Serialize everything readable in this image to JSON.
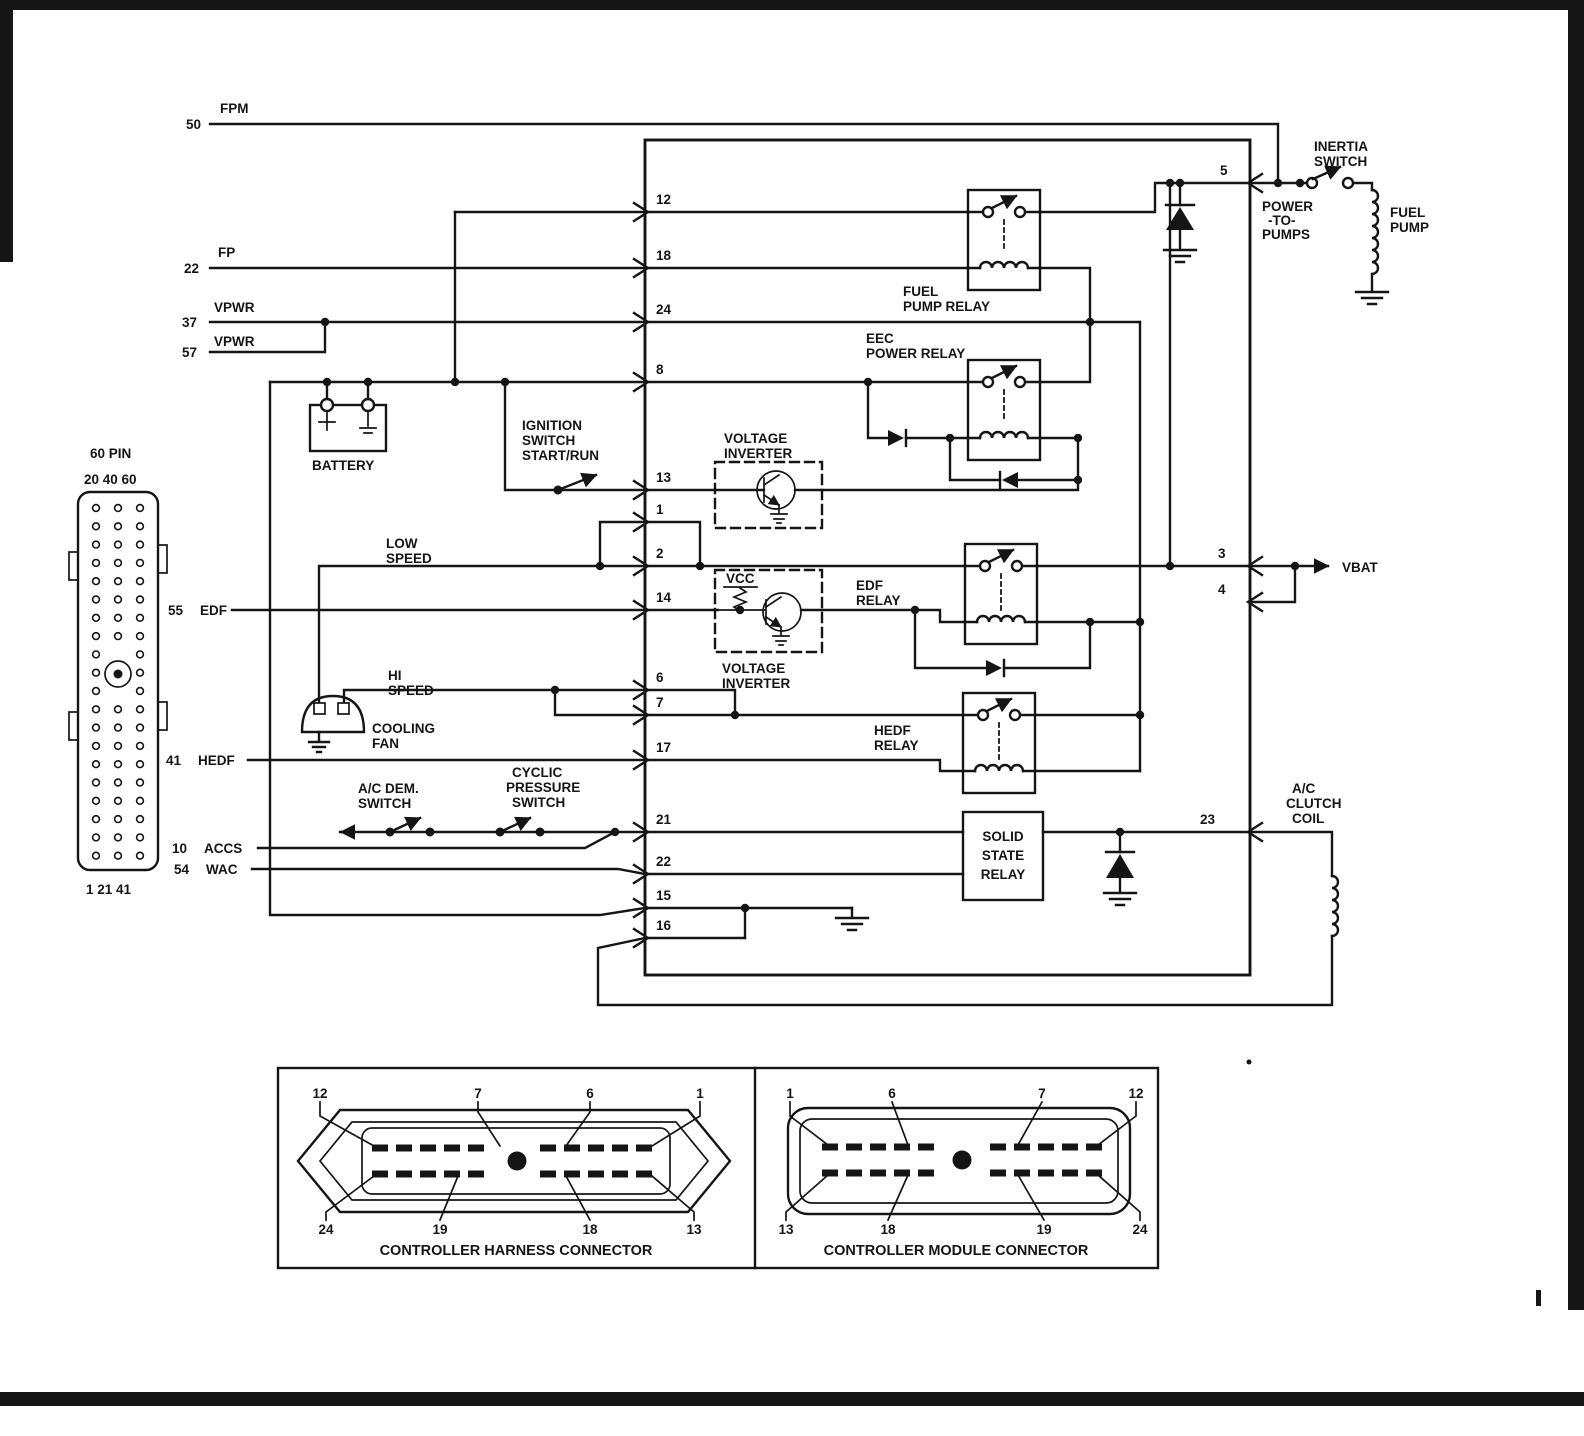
{
  "page": {
    "bg": "#ffffff",
    "ink": "#151515"
  },
  "left_pins": [
    {
      "num": "50",
      "name": "FPM"
    },
    {
      "num": "22",
      "name": "FP"
    },
    {
      "num": "37",
      "name": "VPWR"
    },
    {
      "num": "57",
      "name": "VPWR"
    },
    {
      "num": "55",
      "name": "EDF"
    },
    {
      "num": "41",
      "name": "HEDF"
    },
    {
      "num": "10",
      "name": "ACCS"
    },
    {
      "num": "54",
      "name": "WAC"
    }
  ],
  "ecu_pins_left": [
    "12",
    "18",
    "24",
    "8",
    "13",
    "1",
    "2",
    "14",
    "6",
    "7",
    "17",
    "21",
    "22",
    "15",
    "16"
  ],
  "ecu_pins_right": [
    "5",
    "3",
    "4",
    "23"
  ],
  "connector60": {
    "title": "60 PIN",
    "top_label": "20 40 60",
    "bottom_label": "1 21 41"
  },
  "labels": {
    "battery": "BATTERY",
    "ignition": [
      "IGNITION",
      "SWITCH",
      "START/RUN"
    ],
    "inverter_top": [
      "VOLTAGE",
      "INVERTER"
    ],
    "inverter_bottom": [
      "VOLTAGE",
      "INVERTER"
    ],
    "vcc": "VCC",
    "low_speed": [
      "LOW",
      "SPEED"
    ],
    "hi_speed": [
      "HI",
      "SPEED"
    ],
    "cooling_fan": [
      "COOLING",
      "FAN"
    ],
    "ac_dem_switch": [
      "A/C DEM.",
      "SWITCH"
    ],
    "cyclic_pressure_switch": [
      "CYCLIC",
      "PRESSURE",
      "SWITCH"
    ],
    "fuel_pump_relay": [
      "FUEL",
      "PUMP RELAY"
    ],
    "eec_power_relay": [
      "EEC",
      "POWER RELAY"
    ],
    "edf_relay": [
      "EDF",
      "RELAY"
    ],
    "hedf_relay": [
      "HEDF",
      "RELAY"
    ],
    "solid_state_relay": [
      "SOLID",
      "STATE",
      "RELAY"
    ],
    "inertia_switch": [
      "INERTIA",
      "SWITCH"
    ],
    "power_to_pumps": [
      "POWER",
      "-TO-",
      "PUMPS"
    ],
    "fuel_pump": [
      "FUEL",
      "PUMP"
    ],
    "vbat": "VBAT",
    "ac_clutch_coil": [
      "A/C",
      "CLUTCH",
      "COIL"
    ]
  },
  "bottom_connectors": {
    "harness": {
      "title": "CONTROLLER HARNESS CONNECTOR",
      "top_pins": [
        "12",
        "7",
        "6",
        "1"
      ],
      "bottom_pins": [
        "24",
        "19",
        "18",
        "13"
      ]
    },
    "module": {
      "title": "CONTROLLER MODULE CONNECTOR",
      "top_pins": [
        "1",
        "6",
        "7",
        "12"
      ],
      "bottom_pins": [
        "13",
        "18",
        "19",
        "24"
      ]
    }
  }
}
